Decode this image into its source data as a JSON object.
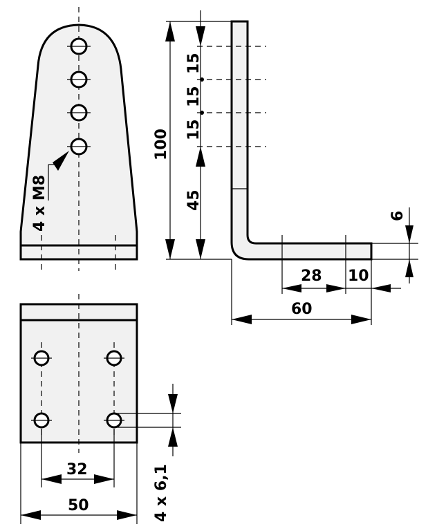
{
  "drawing": {
    "front_view": {
      "hole_callout": "4 x M8"
    },
    "side_view": {
      "height_total": "100",
      "base_offset": "45",
      "hole_spacing": [
        "15",
        "15",
        "15"
      ],
      "foot_length": "60",
      "hole_offset": "28",
      "edge_offset": "10",
      "thickness": "6"
    },
    "bottom_view": {
      "hole_spacing": "32",
      "width": "50",
      "hole_callout": "4 x 6,1"
    }
  }
}
